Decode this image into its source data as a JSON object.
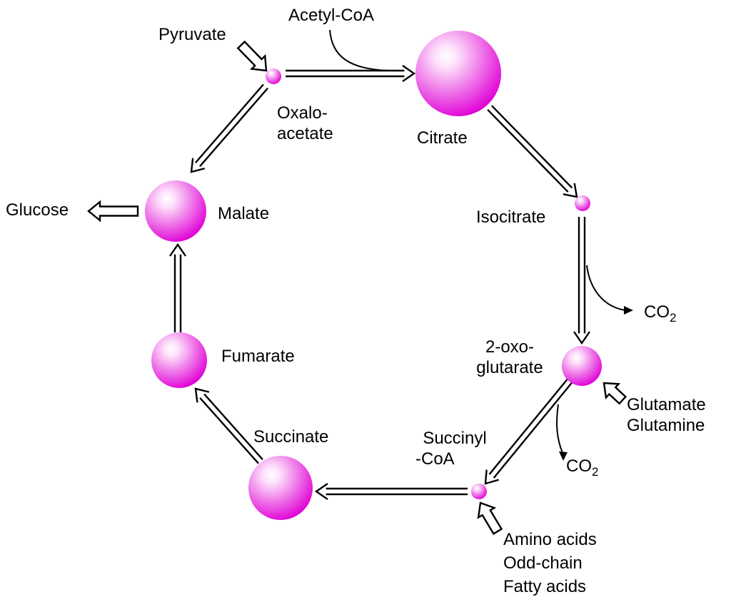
{
  "metabolites": {
    "pyruvate": "Pyruvate",
    "acetyl_coa": "Acetyl-CoA",
    "oxaloacetate_1": "Oxalo-",
    "oxaloacetate_2": "acetate",
    "citrate": "Citrate",
    "isocitrate": "Isocitrate",
    "oxoglutarate_1": "2-oxo-",
    "oxoglutarate_2": "glutarate",
    "succinyl_coa_1": "Succinyl",
    "succinyl_coa_2": "-CoA",
    "succinate": "Succinate",
    "fumarate": "Fumarate",
    "malate": "Malate",
    "glucose": "Glucose"
  },
  "inputs": {
    "glutamate": "Glutamate",
    "glutamine": "Glutamine",
    "amino_acids": "Amino acids",
    "odd_chain": "Odd-chain",
    "fatty_acids": "Fatty acids"
  },
  "co2": {
    "main": "CO",
    "subscript": "2"
  },
  "colors": {
    "node_light": "#fde0fb",
    "node_mid": "#ef7ae9",
    "node_dark": "#e000d6",
    "arrow": "#000000"
  }
}
